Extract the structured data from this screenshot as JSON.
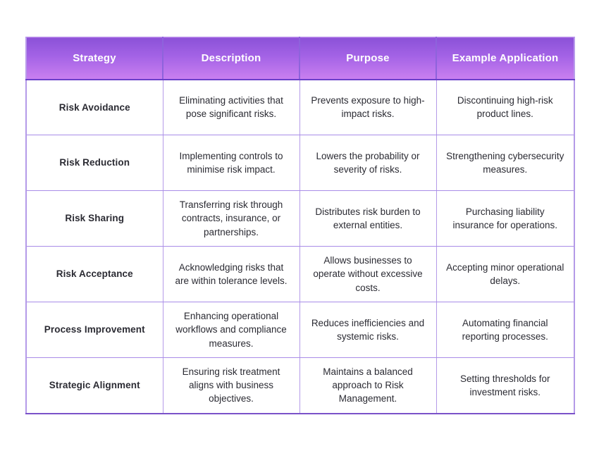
{
  "theme": {
    "header_gradient_top": "#8B52D8",
    "header_gradient_bottom": "#CA80F0",
    "header_text_color": "#FFFFFF",
    "header_bottom_border": "#6B3FC9",
    "cell_border": "#B49AE8",
    "body_text_color": "#2B2B33",
    "page_background": "#FFFFFF"
  },
  "table": {
    "columns": [
      {
        "key": "strategy",
        "label": "Strategy"
      },
      {
        "key": "description",
        "label": "Description"
      },
      {
        "key": "purpose",
        "label": "Purpose"
      },
      {
        "key": "example",
        "label": "Example Application"
      }
    ],
    "rows": [
      {
        "strategy": "Risk Avoidance",
        "description": "Eliminating activities that pose significant risks.",
        "purpose": "Prevents exposure to high-impact risks.",
        "example": "Discontinuing high-risk product lines."
      },
      {
        "strategy": "Risk Reduction",
        "description": "Implementing controls to minimise risk impact.",
        "purpose": "Lowers the probability or severity of risks.",
        "example": "Strengthening cybersecurity measures."
      },
      {
        "strategy": "Risk Sharing",
        "description": "Transferring risk through contracts, insurance, or partnerships.",
        "purpose": "Distributes risk burden to external entities.",
        "example": "Purchasing liability insurance for operations."
      },
      {
        "strategy": "Risk Acceptance",
        "description": "Acknowledging risks that are within tolerance levels.",
        "purpose": "Allows businesses to operate without excessive costs.",
        "example": "Accepting minor operational delays."
      },
      {
        "strategy": "Process Improvement",
        "description": "Enhancing operational workflows and compliance measures.",
        "purpose": "Reduces inefficiencies and systemic risks.",
        "example": "Automating financial reporting processes."
      },
      {
        "strategy": "Strategic Alignment",
        "description": "Ensuring risk treatment aligns with business objectives.",
        "purpose": "Maintains a balanced approach to Risk Management.",
        "example": "Setting thresholds for investment risks."
      }
    ]
  }
}
